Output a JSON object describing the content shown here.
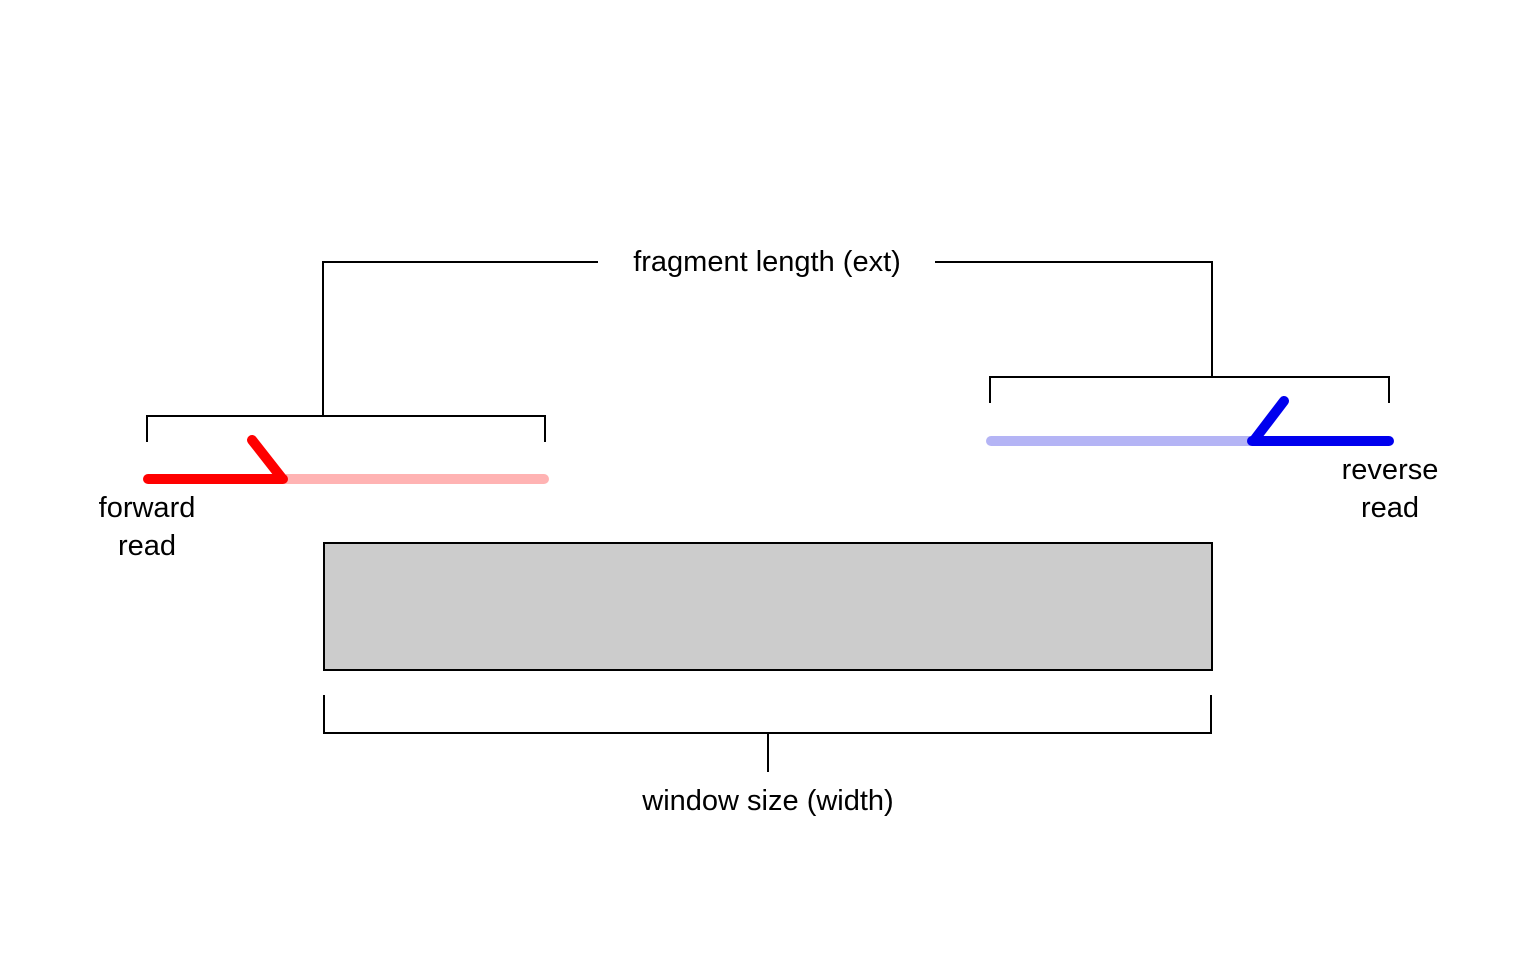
{
  "figure": {
    "title": "fragment length (ext)",
    "window_label": "window size (width)",
    "forward_read": {
      "label": [
        "forward",
        "read"
      ]
    },
    "reverse_read": {
      "label": [
        "reverse",
        "read"
      ]
    },
    "colors": {
      "forward_read": "#FF0000",
      "forward_extension": "#FFB3B3",
      "reverse_read": "#0000EE",
      "reverse_extension": "#B4B4F5",
      "window_fill": "#CCCCCC",
      "window_border": "#000000",
      "annotation_line": "#000000",
      "text": "#000000",
      "background": "#FFFFFF"
    }
  }
}
